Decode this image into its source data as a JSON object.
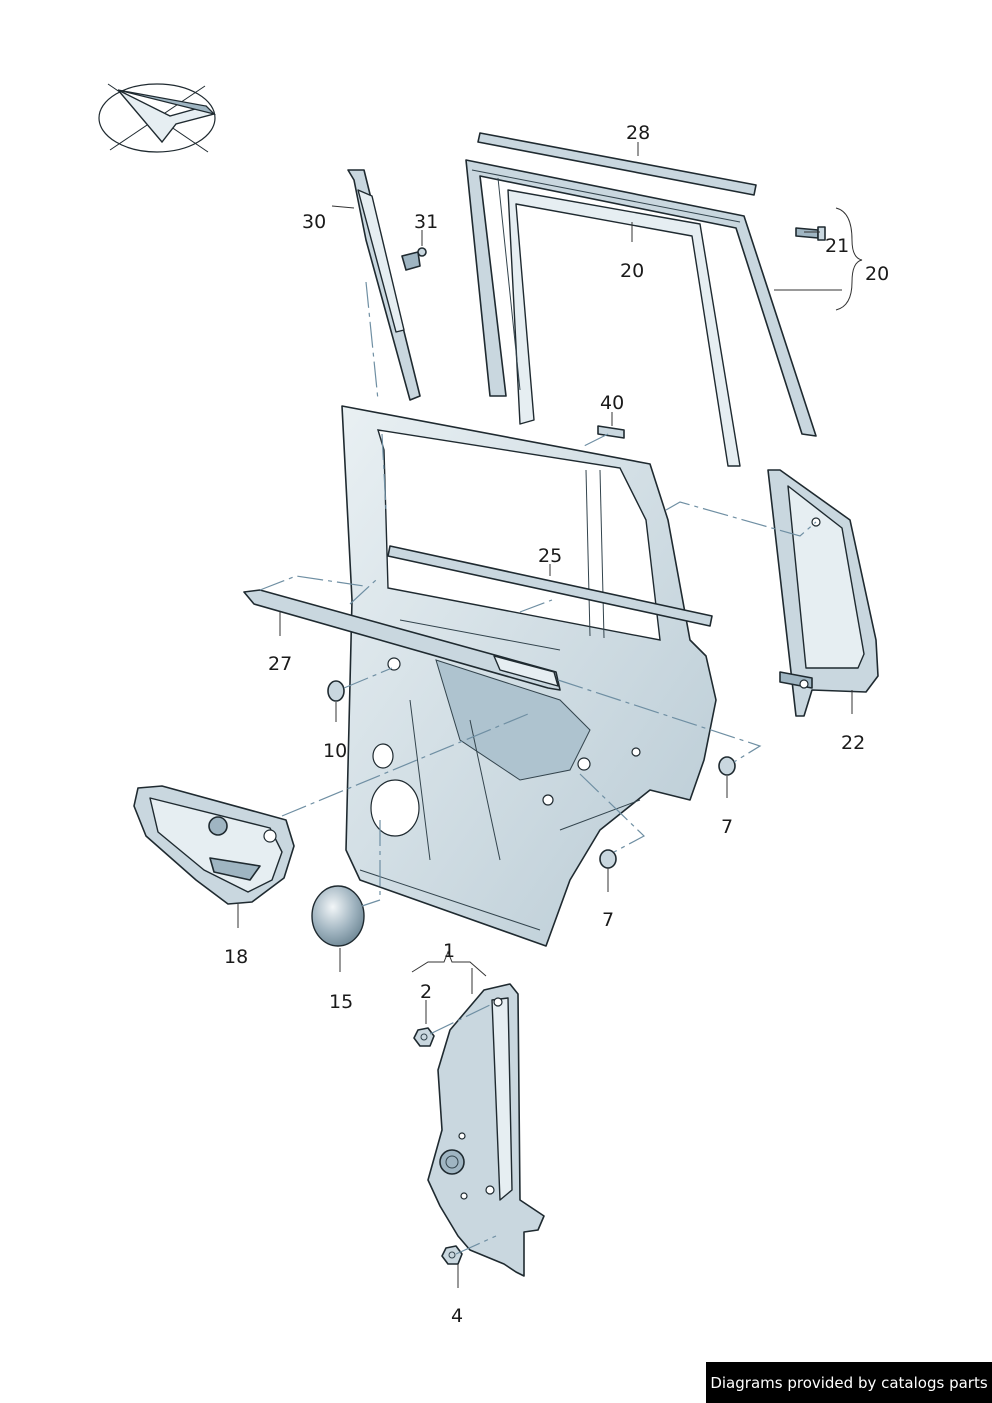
{
  "callouts": {
    "c28": "28",
    "c30": "30",
    "c31": "31",
    "c20a": "20",
    "c21": "21",
    "c20b": "20",
    "c40": "40",
    "c25": "25",
    "c27": "27",
    "c22": "22",
    "c10": "10",
    "c7a": "7",
    "c7b": "7",
    "c18": "18",
    "c15": "15",
    "c1": "1",
    "c2": "2",
    "c4": "4"
  },
  "icons": {
    "orientation": "orientation-arrow-icon"
  },
  "colors": {
    "part_fill": "#c9d7df",
    "part_shade": "#9fb5c2",
    "outline": "#1f2a30",
    "dash_line": "#6f8fa3"
  },
  "footer": {
    "watermark": "Diagrams provided by catalogs parts"
  }
}
